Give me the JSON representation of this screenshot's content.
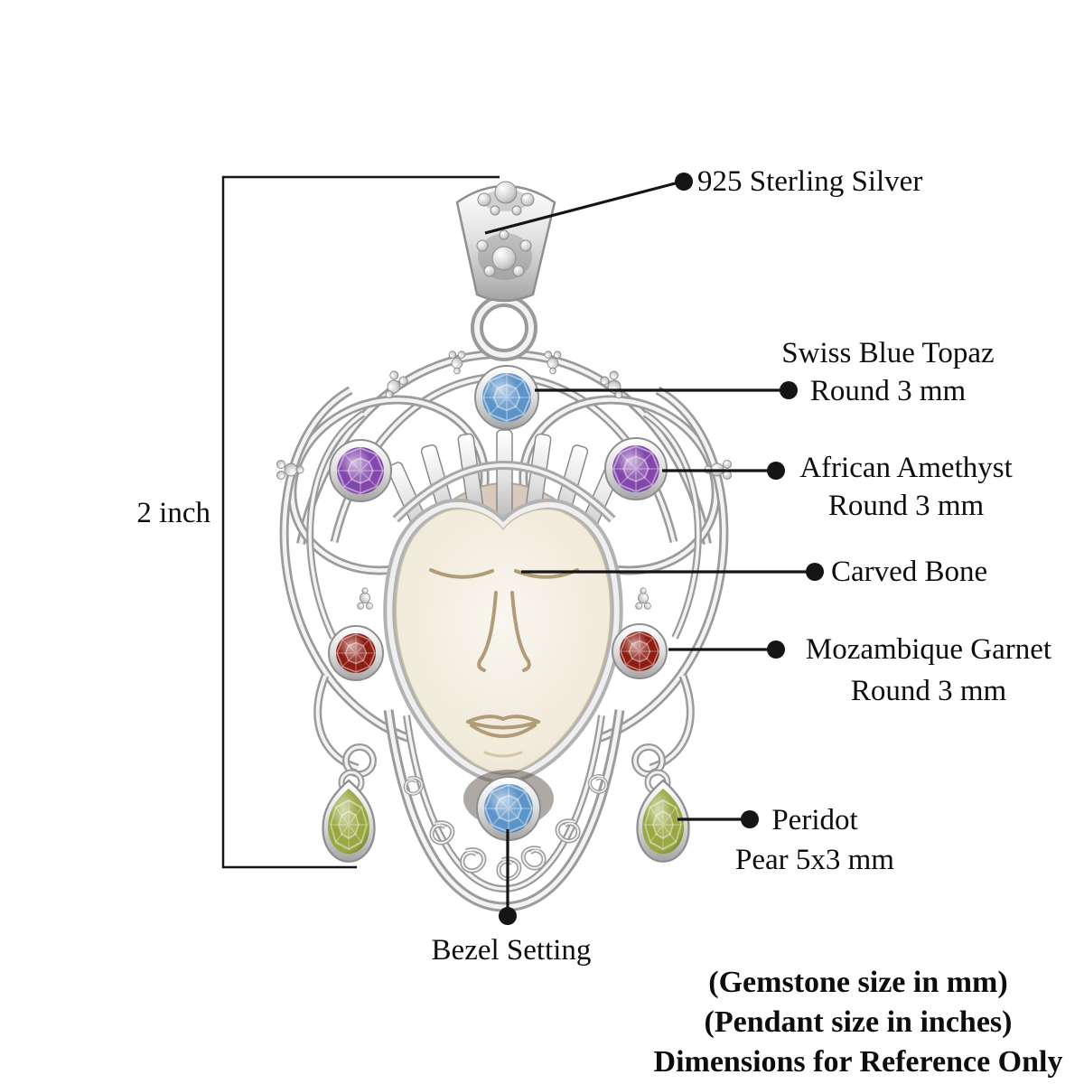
{
  "dimension_label": "2 inch",
  "callouts": {
    "material": {
      "label": "925 Sterling Silver"
    },
    "topaz": {
      "name": "Swiss Blue Topaz",
      "size": "Round 3 mm"
    },
    "amethyst": {
      "name": "African Amethyst",
      "size": "Round 3 mm"
    },
    "bone": {
      "name": "Carved Bone"
    },
    "garnet": {
      "name": "Mozambique Garnet",
      "size": "Round 3 mm"
    },
    "peridot": {
      "name": "Peridot",
      "size": "Pear 5x3 mm"
    },
    "setting": {
      "name": "Bezel Setting"
    }
  },
  "footer": {
    "line1": "(Gemstone size in mm)",
    "line2": "(Pendant size in inches)",
    "line3": "Dimensions for Reference Only"
  },
  "colors": {
    "topaz": "#5c93c8",
    "amethyst": "#8347ab",
    "garnet": "#8e1d13",
    "peridot": "#9aa843",
    "bone": "#f2ecdd",
    "bone_shadow": "#d9cabc",
    "silver": "#c9c9c9",
    "callout": "#151515"
  }
}
